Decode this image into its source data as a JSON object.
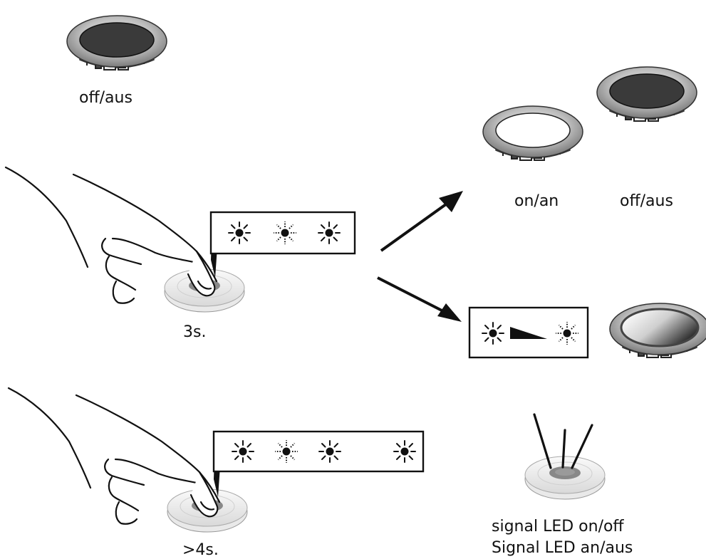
{
  "labels": {
    "off_top": "off/aus",
    "on": "on/an",
    "off_right": "off/aus",
    "press_short": "3s.",
    "press_long": ">4s.",
    "signal_en": "signal LED on/off",
    "signal_de": "Signal LED an/aus"
  },
  "icons": {
    "lamp": "lamp-icon",
    "hand": "pressing-hand-icon",
    "sun": "sun-icon",
    "blinking_sun": "blinking-sun-icon",
    "dimmer_wedge": "dimmer-ramp-icon",
    "arrow": "arrow-icon"
  },
  "sequences": {
    "short_press": [
      "sun",
      "blinking_sun",
      "sun"
    ],
    "long_press": [
      "sun",
      "blinking_sun",
      "sun",
      "sun"
    ]
  }
}
